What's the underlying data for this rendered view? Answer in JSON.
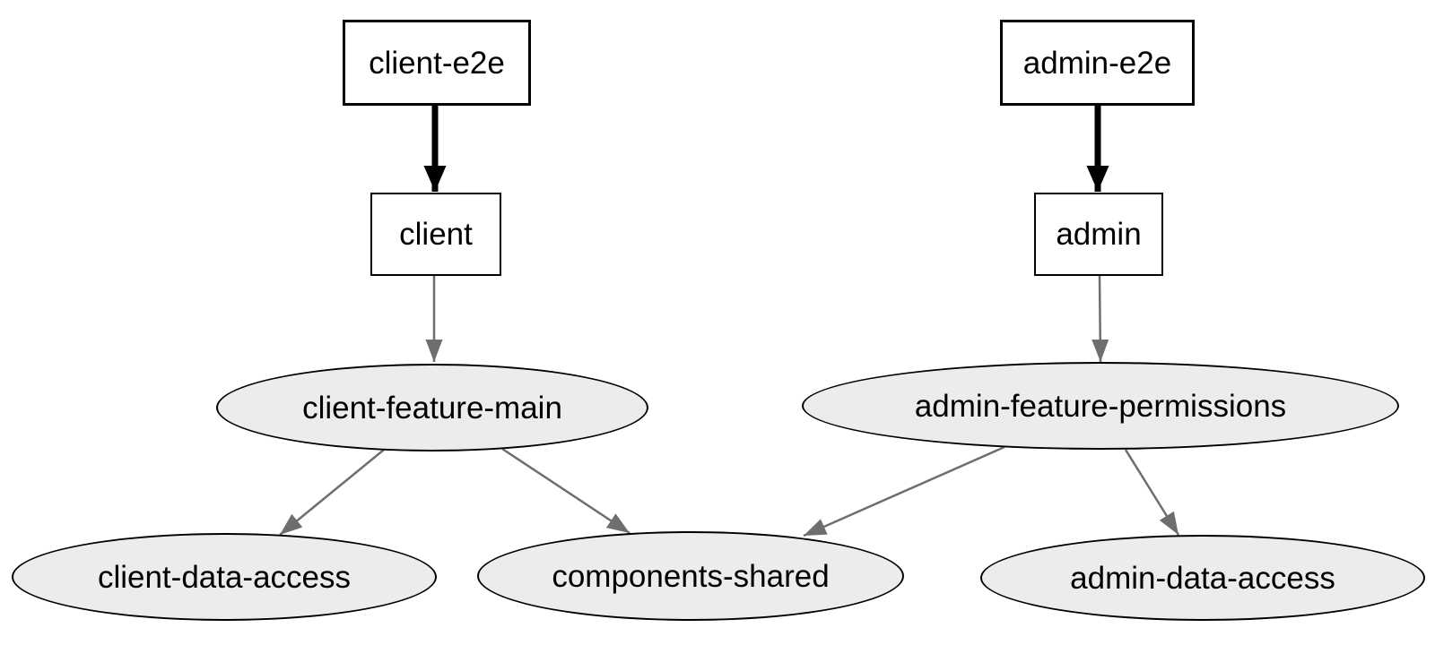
{
  "diagram": {
    "kind": "dependency-graph",
    "background": "#ffffff",
    "nodes": [
      {
        "id": "client-e2e",
        "label": "client-e2e",
        "shape": "box",
        "emphasis": "bold"
      },
      {
        "id": "client",
        "label": "client",
        "shape": "box",
        "emphasis": "normal"
      },
      {
        "id": "client-feature-main",
        "label": "client-feature-main",
        "shape": "ellipse",
        "emphasis": "normal"
      },
      {
        "id": "client-data-access",
        "label": "client-data-access",
        "shape": "ellipse",
        "emphasis": "normal"
      },
      {
        "id": "components-shared",
        "label": "components-shared",
        "shape": "ellipse",
        "emphasis": "normal"
      },
      {
        "id": "admin-e2e",
        "label": "admin-e2e",
        "shape": "box",
        "emphasis": "bold"
      },
      {
        "id": "admin",
        "label": "admin",
        "shape": "box",
        "emphasis": "normal"
      },
      {
        "id": "admin-feature-permissions",
        "label": "admin-feature-permissions",
        "shape": "ellipse",
        "emphasis": "normal"
      },
      {
        "id": "admin-data-access",
        "label": "admin-data-access",
        "shape": "ellipse",
        "emphasis": "normal"
      }
    ],
    "edges": [
      {
        "from": "client-e2e",
        "to": "client",
        "style": "bold"
      },
      {
        "from": "client",
        "to": "client-feature-main",
        "style": "normal"
      },
      {
        "from": "client-feature-main",
        "to": "client-data-access",
        "style": "normal"
      },
      {
        "from": "client-feature-main",
        "to": "components-shared",
        "style": "normal"
      },
      {
        "from": "admin-e2e",
        "to": "admin",
        "style": "bold"
      },
      {
        "from": "admin",
        "to": "admin-feature-permissions",
        "style": "normal"
      },
      {
        "from": "admin-feature-permissions",
        "to": "components-shared",
        "style": "normal"
      },
      {
        "from": "admin-feature-permissions",
        "to": "admin-data-access",
        "style": "normal"
      }
    ],
    "colors": {
      "node_fill_box": "#ffffff",
      "node_fill_ellipse": "#ececec",
      "node_border": "#000000",
      "edge_bold": "#000000",
      "edge_normal": "#6e6e6e",
      "label": "#000000"
    }
  }
}
